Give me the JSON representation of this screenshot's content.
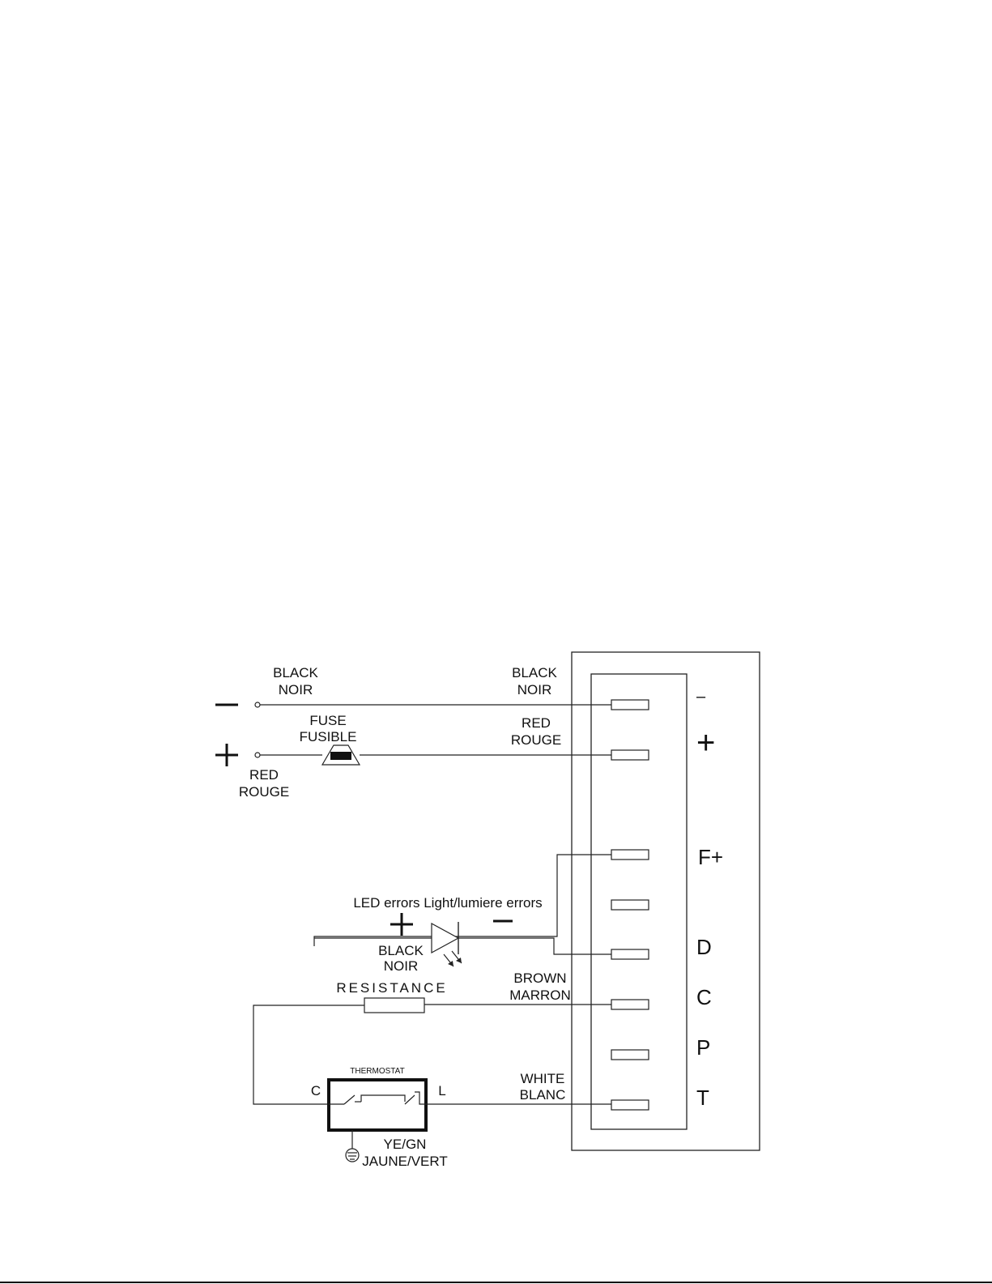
{
  "labels": {
    "minus_black": [
      "BLACK",
      "NOIR"
    ],
    "fuse": [
      "FUSE",
      "FUSIBLE"
    ],
    "plus_red": [
      "RED",
      "ROUGE"
    ],
    "terminal_black": [
      "BLACK",
      "NOIR"
    ],
    "terminal_red": [
      "RED",
      "ROUGE"
    ],
    "led_title": "LED errors Light/lumiere errors",
    "led_black": [
      "BLACK",
      "NOIR"
    ],
    "resistance": "RESISTANCE",
    "brown": [
      "BROWN",
      "MARRON"
    ],
    "thermostat": "THERMOSTAT",
    "thermo_c": "C",
    "thermo_l": "L",
    "white": [
      "WHITE",
      "BLANC"
    ],
    "yegn": [
      "YE/GN",
      "JAUNE/VERT"
    ]
  },
  "symbols": {
    "minus": "−",
    "plus": "+"
  },
  "terminals": [
    "–",
    "+",
    "F+",
    "",
    "D",
    "C",
    "P",
    "T"
  ],
  "icons": [
    "minus-icon",
    "plus-icon",
    "fuse-icon",
    "led-diode-icon",
    "resistor-icon",
    "thermostat-switch-icon",
    "ground-icon"
  ]
}
